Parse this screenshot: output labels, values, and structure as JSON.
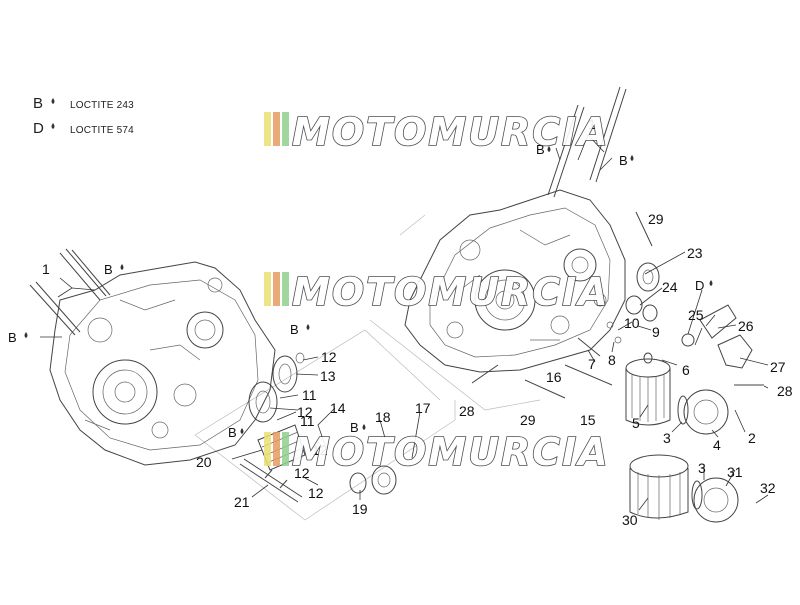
{
  "legend": [
    {
      "letter": "B",
      "text": "LOCTITE 243"
    },
    {
      "letter": "D",
      "text": "LOCTITE 574"
    }
  ],
  "watermark": {
    "text": "MOTOMURCIA",
    "stripe_colors": [
      "#e8e070",
      "#e89a60",
      "#8fcf8f",
      "#c8c8c8"
    ]
  },
  "callouts": [
    "1",
    "1",
    "2",
    "3",
    "3",
    "4",
    "5",
    "6",
    "7",
    "8",
    "9",
    "10",
    "11",
    "11",
    "12",
    "12",
    "12",
    "12",
    "12",
    "13",
    "14",
    "15",
    "16",
    "17",
    "18",
    "19",
    "20",
    "21",
    "23",
    "24",
    "25",
    "26",
    "27",
    "28",
    "28",
    "29",
    "29",
    "30",
    "31",
    "32"
  ],
  "adhesive_marks": [
    "B",
    "B",
    "B",
    "B",
    "B",
    "B",
    "D"
  ]
}
